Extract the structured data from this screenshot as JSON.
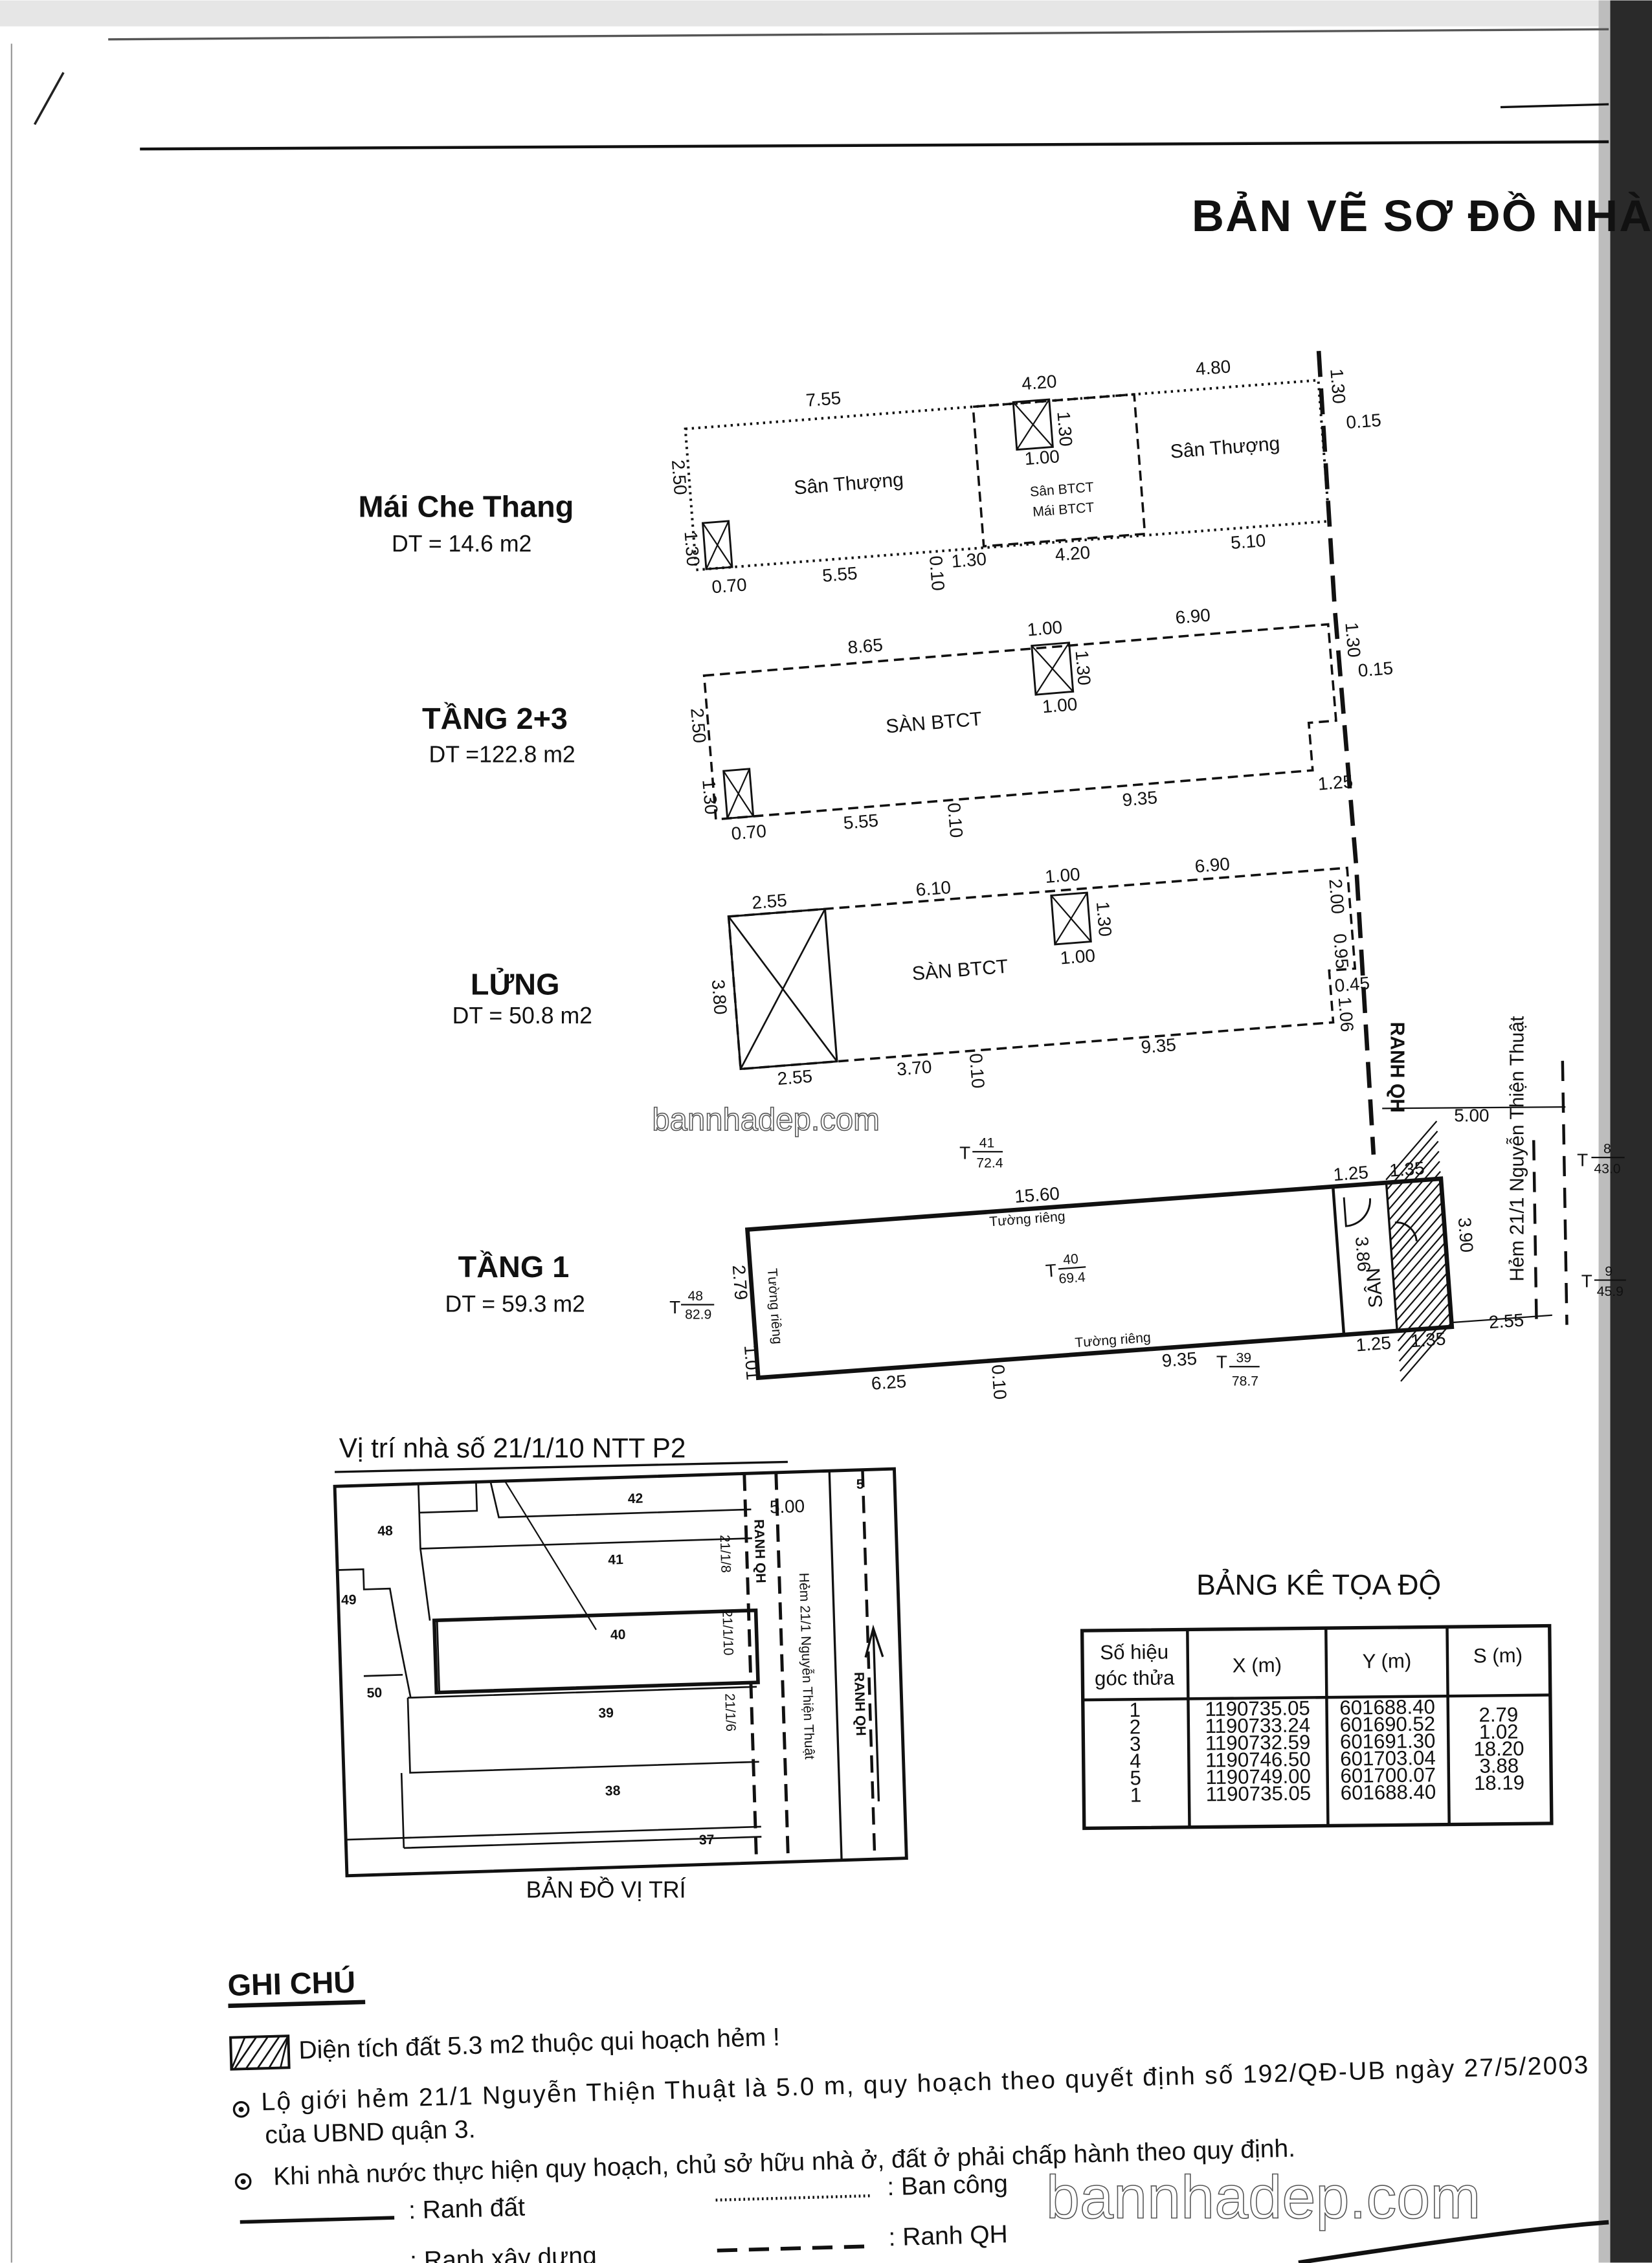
{
  "title": "BẢN VẼ SƠ ĐỒ NHÀ",
  "colors": {
    "ink": "#111111",
    "paper": "#ffffff",
    "scan_edge": "#2a2a2a"
  },
  "plans": [
    {
      "name": "Mái Che Thang",
      "area": "DT = 14.6 m2",
      "dims": [
        "7.55",
        "4.20",
        "4.80",
        "1.30",
        "1.00",
        "2.50",
        "1.30",
        "0.70",
        "5.55",
        "0.10",
        "1.30",
        "4.20",
        "5.10",
        "1.30",
        "0.15"
      ],
      "labels": [
        "Sân Thượng",
        "Sân BTCT",
        "Mái BTCT",
        "Sân Thượng"
      ]
    },
    {
      "name": "TẦNG 2+3",
      "area": "DT =122.8 m2",
      "dims": [
        "8.65",
        "1.00",
        "6.90",
        "1.30",
        "1.00",
        "2.50",
        "1.30",
        "0.70",
        "5.55",
        "0.10",
        "9.35",
        "1.25",
        "1.30",
        "0.15"
      ],
      "labels": [
        "SÀN BTCT"
      ]
    },
    {
      "name": "LỬNG",
      "area": "DT = 50.8 m2",
      "dims": [
        "2.55",
        "6.10",
        "1.00",
        "6.90",
        "1.30",
        "1.00",
        "3.80",
        "2.55",
        "3.70",
        "0.10",
        "9.35",
        "2.00",
        "0.95",
        "0.45",
        "1.06"
      ],
      "labels": [
        "SÀN BTCT"
      ]
    },
    {
      "name": "TẦNG 1",
      "area": "DT = 59.3 m2",
      "dims": [
        "15.60",
        "2.79",
        "1.01",
        "6.25",
        "0.10",
        "9.35",
        "1.25",
        "1.35",
        "2.55",
        "3.86",
        "3.90",
        "1.25",
        "1.35"
      ],
      "labels": [
        "Tường riêng",
        "Tường riêng",
        "Tường riêng",
        "SÂN"
      ]
    }
  ],
  "lot_markers": {
    "prefix": "T",
    "items": [
      {
        "num": "41",
        "den": "72.4"
      },
      {
        "num": "40",
        "den": "69.4"
      },
      {
        "num": "48",
        "den": "82.9"
      },
      {
        "num": "39",
        "den": "78.7"
      },
      {
        "num": "8",
        "den": "43.0"
      },
      {
        "num": "9",
        "den": "45.9"
      }
    ]
  },
  "road": {
    "ranh_qh": "RANH QH",
    "alley": "Hẻm 21/1 Nguyễn Thiện Thuật",
    "width": "5.00"
  },
  "location_map": {
    "title": "Vị trí nhà số 21/1/10 NTT P2",
    "caption": "BẢN ĐỒ VỊ TRÍ",
    "lots": [
      "48",
      "42",
      "41",
      "40",
      "39",
      "38",
      "37",
      "49",
      "50",
      "5"
    ],
    "lot_codes": [
      "21/1/8",
      "21/1/10",
      "21/1/6"
    ],
    "road_width": "5.00",
    "ranh_qh": "RANH QH",
    "alley": "Hẻm 21/1 Nguyễn Thiện Thuật"
  },
  "coord_table": {
    "title": "BẢNG KÊ TỌA ĐỘ",
    "headers": [
      "Số hiệu",
      "góc thửa",
      "X (m)",
      "Y (m)",
      "S (m)"
    ],
    "rows": [
      {
        "id": "1",
        "x": "1190735.05",
        "y": "601688.40"
      },
      {
        "id": "2",
        "x": "1190733.24",
        "y": "601690.52"
      },
      {
        "id": "3",
        "x": "1190732.59",
        "y": "601691.30"
      },
      {
        "id": "4",
        "x": "1190746.50",
        "y": "601703.04"
      },
      {
        "id": "5",
        "x": "1190749.00",
        "y": "601700.07"
      },
      {
        "id": "1",
        "x": "1190735.05",
        "y": "601688.40"
      }
    ],
    "s_values": [
      "2.79",
      "1.02",
      "18.20",
      "3.88",
      "18.19"
    ]
  },
  "notes": {
    "heading": "GHI CHÚ",
    "hatch_note": "Diện tích đất  5.3 m2  thuộc qui hoạch hẻm !",
    "bullet1_line1": "Lộ giới hẻm 21/1 Nguyễn Thiện Thuật  là 5.0 m, quy hoạch theo quyết định số 192/QĐ-UB ngày 27/5/2003",
    "bullet1_line2": "của UBND quận 3.",
    "bullet2": "Khi nhà nước thực hiện quy hoạch, chủ sở hữu nhà ở, đất ở phải chấp hành theo quy định.",
    "legend": [
      ": Ranh đất",
      ": Ranh xây dựng",
      ": Ban công",
      ": Ranh QH"
    ]
  },
  "watermark": "bannhadep.com"
}
